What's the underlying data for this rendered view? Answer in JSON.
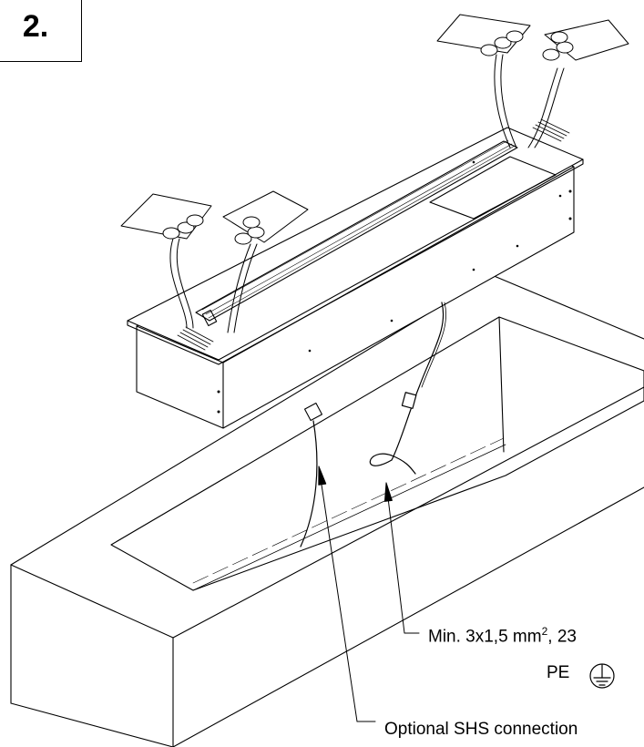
{
  "step": {
    "number": "2."
  },
  "labels": {
    "power_cable": {
      "prefix": "Min. 3x1,5 mm",
      "sup": "2",
      "suffix": ", 23",
      "pe": "PE"
    },
    "shs": "Optional SHS connection"
  },
  "icons": {
    "ground": "earth-ground-symbol"
  },
  "colors": {
    "line": "#000000",
    "background": "#ffffff"
  }
}
